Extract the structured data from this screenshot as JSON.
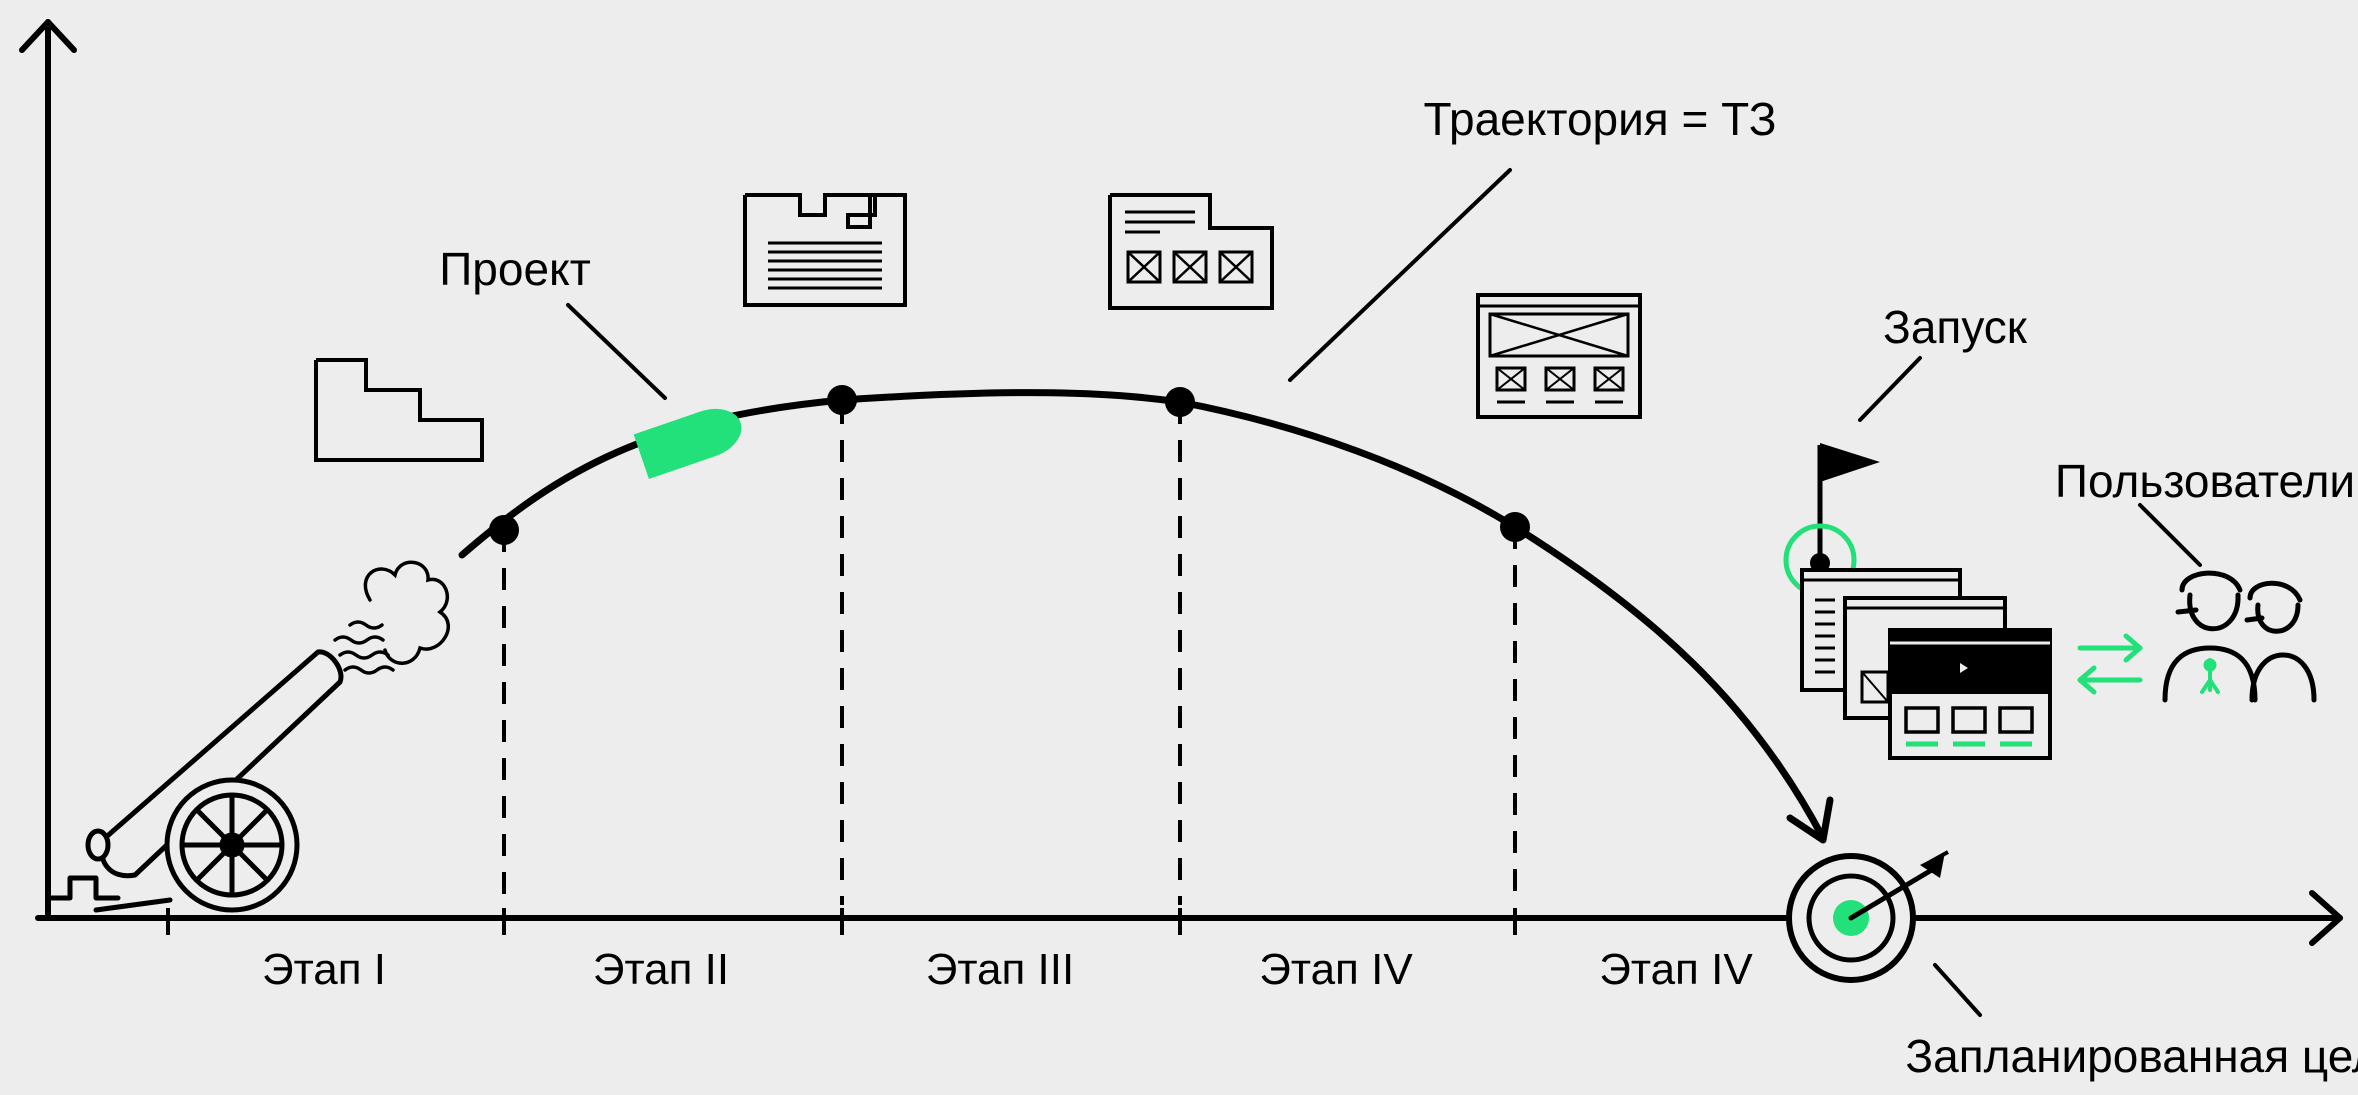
{
  "labels": {
    "trajectory": "Траектория = ТЗ",
    "project": "Проект",
    "launch": "Запуск",
    "users": "Пользователи",
    "target": "Запланированная цель"
  },
  "stages": [
    "Этап I",
    "Этап II",
    "Этап III",
    "Этап IV",
    "Этап IV"
  ],
  "colors": {
    "background": "#ededed",
    "ink": "#000000",
    "accent": "#22e07a"
  },
  "icons": [
    "cannon-icon",
    "smoke-icon",
    "projectile-icon",
    "mockup-icon",
    "flag-icon",
    "screens-stack-icon",
    "exchange-arrows-icon",
    "users-icon",
    "target-icon",
    "arrow-icon"
  ]
}
